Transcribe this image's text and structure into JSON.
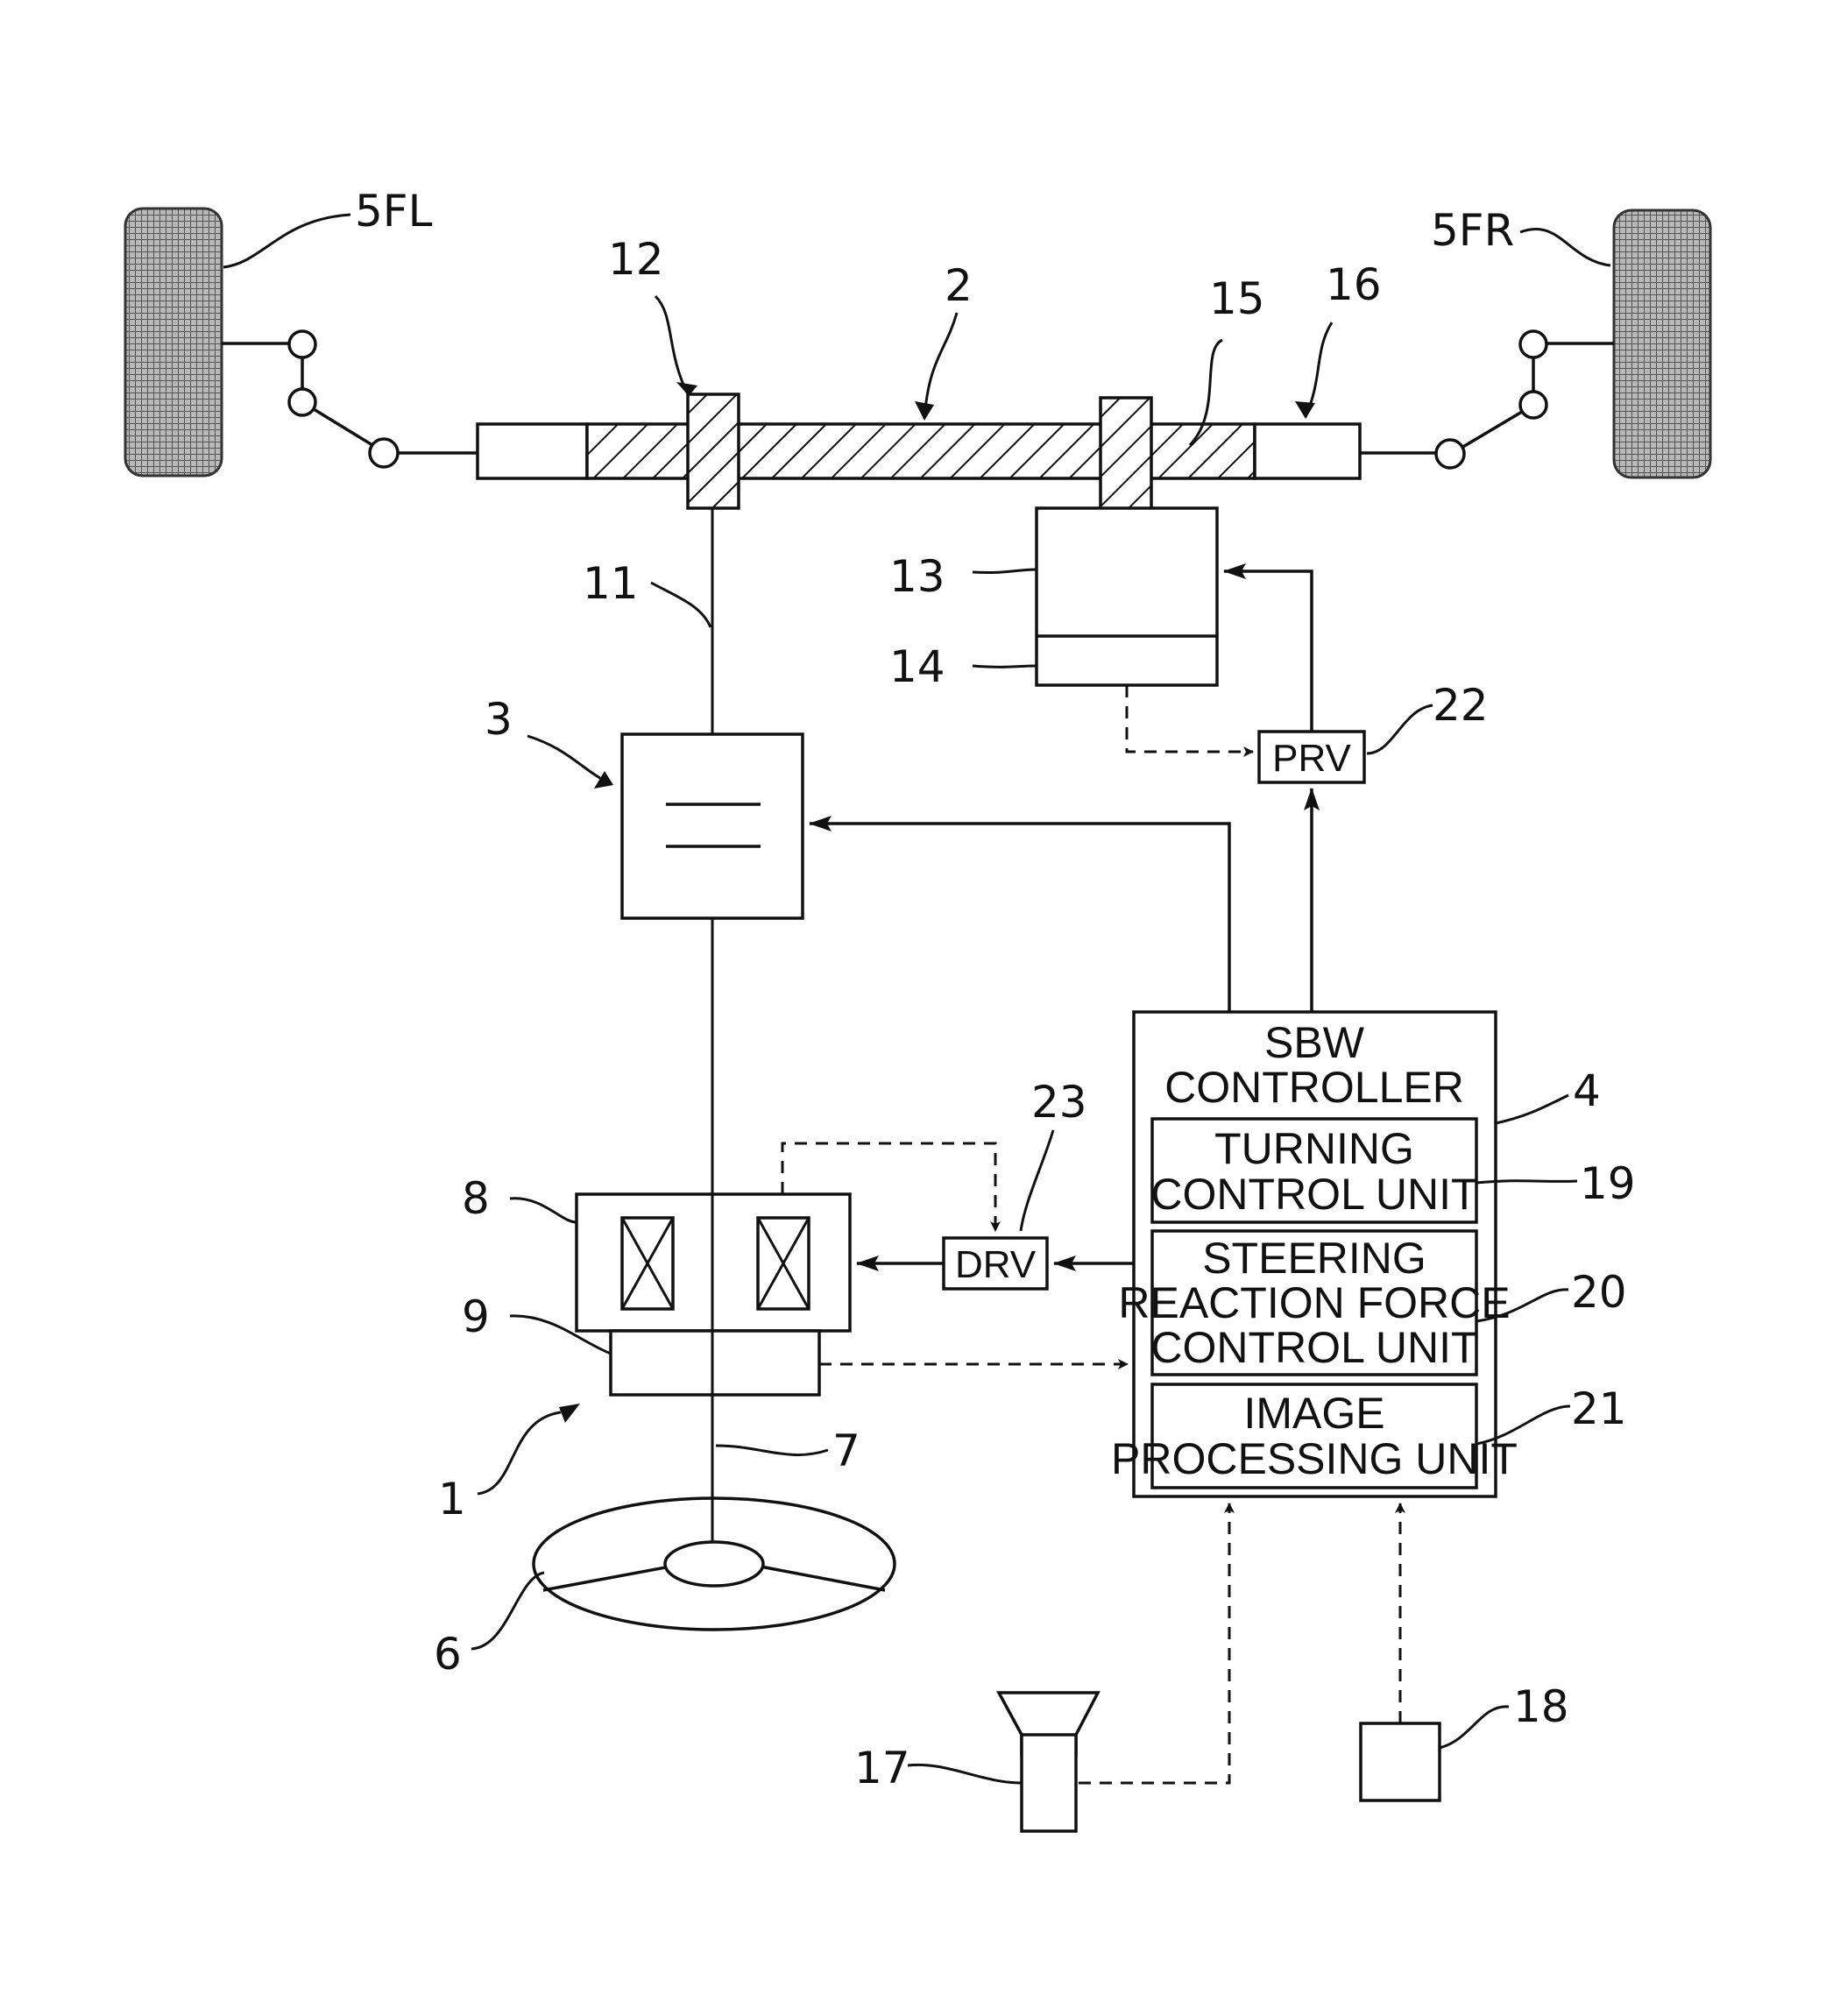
{
  "labels": {
    "wheel_left": "5FL",
    "wheel_right": "5FR",
    "rack": "2",
    "pinion_left": "12",
    "pinion_right": "15",
    "rack_end_right": "16",
    "column_upper": "11",
    "motor_turning": "13",
    "motor_sensor": "14",
    "clutch": "3",
    "prv_ref": "22",
    "drv_ref": "23",
    "controller_ref": "4",
    "reaction_motor": "8",
    "steering_sensor": "9",
    "steering_system": "1",
    "steering_shaft": "7",
    "steering_wheel": "6",
    "camera": "17",
    "sensor_box": "18",
    "turning_unit_ref": "19",
    "reaction_unit_ref": "20",
    "image_unit_ref": "21"
  },
  "boxes": {
    "prv": "PRV",
    "drv": "DRV",
    "controller_title_1": "SBW",
    "controller_title_2": "CONTROLLER",
    "turning_1": "TURNING",
    "turning_2": "CONTROL UNIT",
    "reaction_1": "STEERING",
    "reaction_2": "REACTION  FORCE",
    "reaction_3": "CONTROL  UNIT",
    "image_1": "IMAGE",
    "image_2": "PROCESSING  UNIT"
  }
}
